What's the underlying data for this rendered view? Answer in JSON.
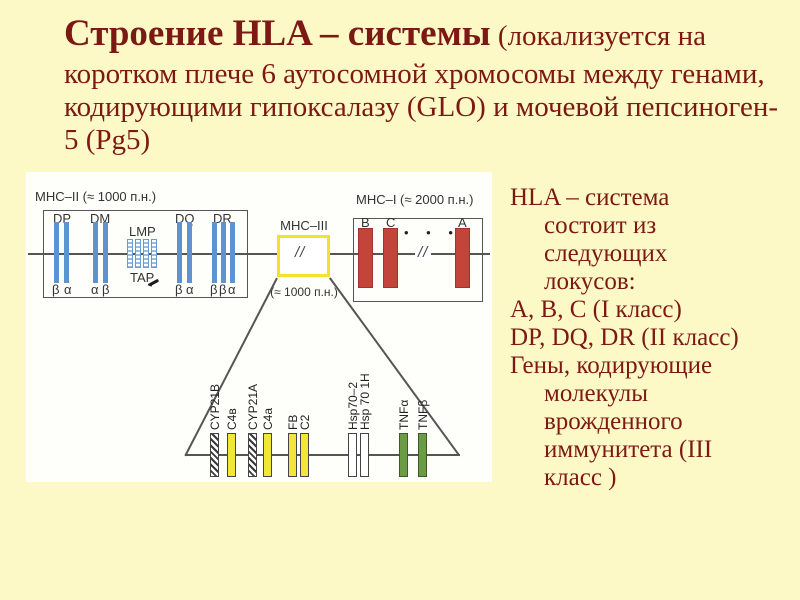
{
  "slide": {
    "background_color": "#FCF9C6",
    "text_color": "#7D1915"
  },
  "title": {
    "line1_bold": "Строение HLA – системы",
    "line1_rest": " (локализуется на",
    "line2": "коротком плече 6 аутосомной хромосомы между генами,",
    "line3": "кодирующими гипоксалазу (GLO) и мочевой пепсиноген-",
    "line4": "5 (Pg5)"
  },
  "body_text": {
    "item1": {
      "line1": "HLA – система",
      "line2": "состоит из",
      "line3": "следующих",
      "line4": "локусов:"
    },
    "item2": "A, B, C (I класс)",
    "item3": "DP, DQ, DR (II класс)",
    "item4": {
      "line1": "Гены, кодирующие",
      "line2": "молекулы",
      "line3": "врожденного",
      "line4": "иммунитета (III",
      "line5": "класс )"
    }
  },
  "diagram": {
    "mhc2": {
      "title": "MHC–II (≈ 1000 п.н.)",
      "dp": {
        "label": "DP",
        "sub1": "β",
        "sub2": "α"
      },
      "dm": {
        "label": "DM",
        "sub1": "α",
        "sub2": "β"
      },
      "lmp": {
        "top": "LMP",
        "bottom": "TAP"
      },
      "dq": {
        "label": "DQ",
        "sub1": "β",
        "sub2": "α"
      },
      "dr": {
        "label": "DR",
        "sub1": "β",
        "sub2": "β",
        "sub3": "α"
      }
    },
    "mhc3": {
      "title": "MHC–III",
      "subtitle": "(≈ 1000 п.н.)",
      "break_mark": "//"
    },
    "mhc1": {
      "title": "MHC–I (≈ 2000 п.н.)",
      "gene_b": "B",
      "gene_c": "C",
      "gene_a": "A",
      "dots": "• • •",
      "break_mark": "//"
    },
    "mhc3_genes": [
      {
        "label": "CYP21B",
        "type": "hatched"
      },
      {
        "label": "C4в",
        "type": "yellow"
      },
      {
        "label": "CYP21A",
        "type": "hatched"
      },
      {
        "label": "C4a",
        "type": "yellow"
      },
      {
        "label": "FB",
        "type": "yellow"
      },
      {
        "label": "C2",
        "type": "yellow"
      },
      {
        "label": "Hsp70–2",
        "type": "white"
      },
      {
        "label": "Hsp 70 1H",
        "type": "white"
      },
      {
        "label": "TNFα",
        "type": "green"
      },
      {
        "label": "TNFβ",
        "type": "green"
      }
    ],
    "colors": {
      "class2_blue": "#5E93D2",
      "class1_red": "#C2443A",
      "class3_yellow": "#F2E636",
      "tnf_green": "#6C9B45",
      "mhc3_box_border": "#F0E42A"
    }
  }
}
